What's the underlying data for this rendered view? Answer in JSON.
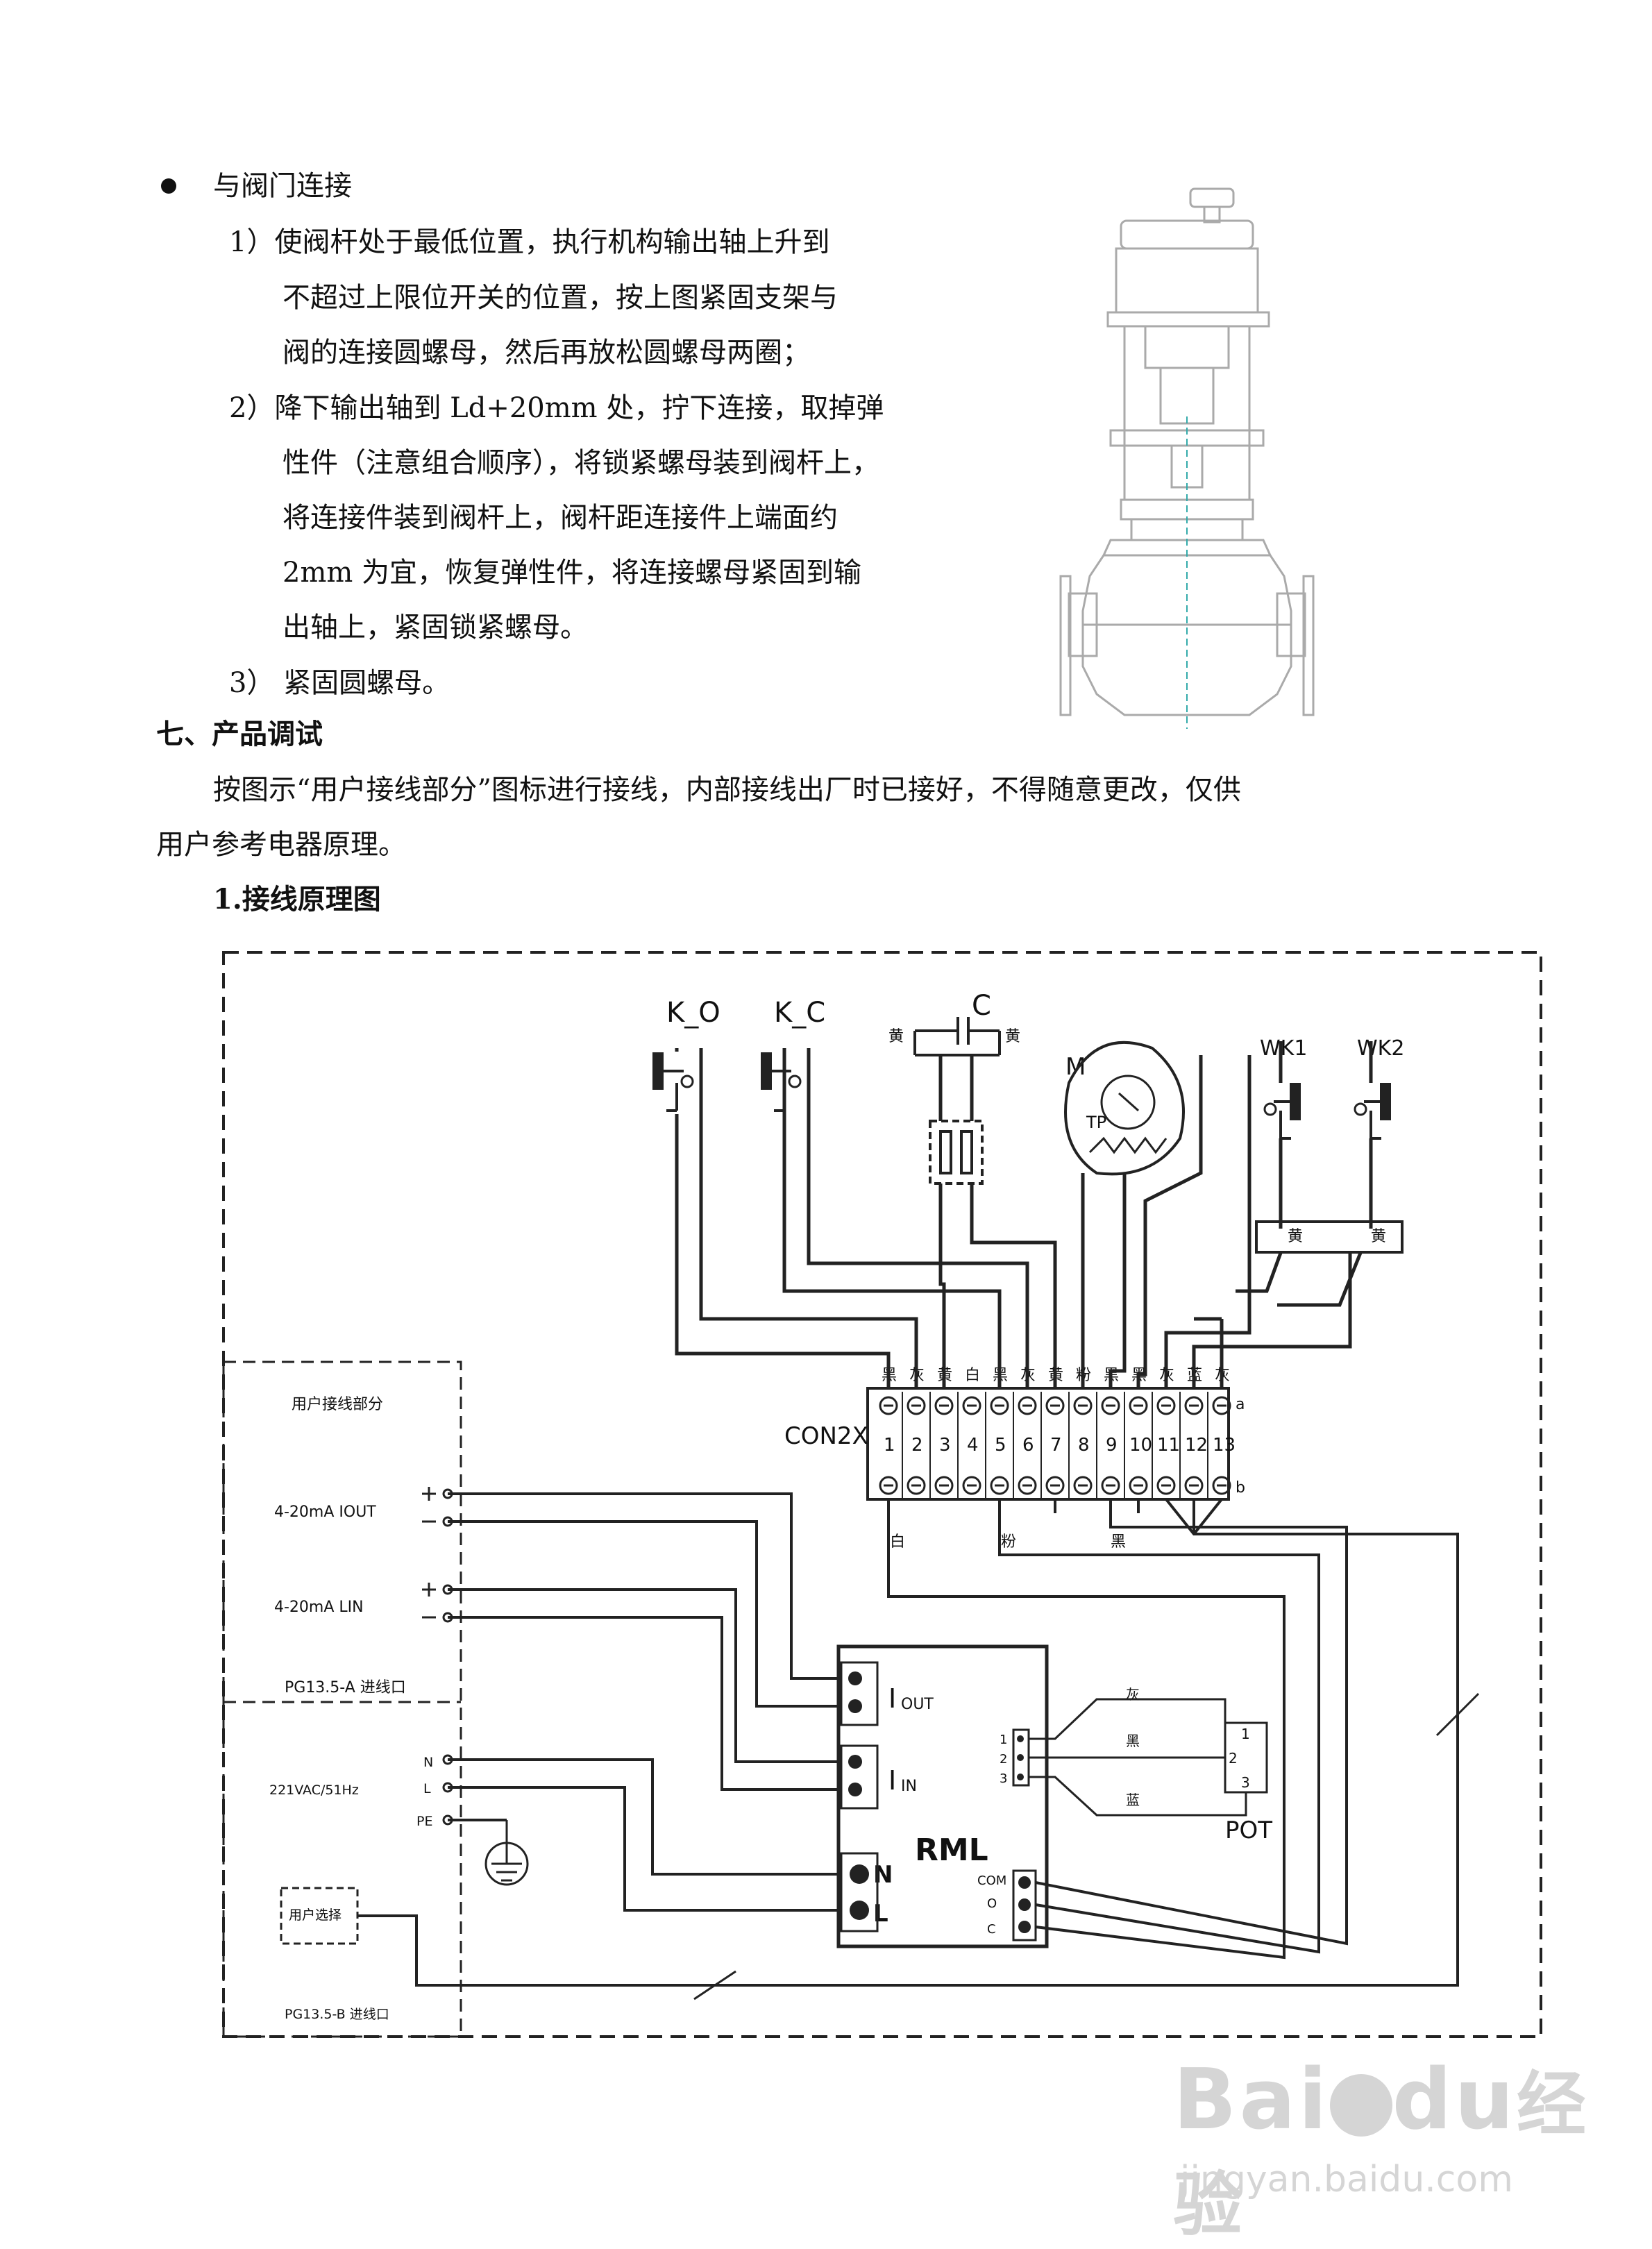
{
  "section_connect": {
    "title": "与阀门连接",
    "step1": [
      "1）使阀杆处于最低位置，执行机构输出轴上升到",
      "不超过上限位开关的位置，按上图紧固支架与",
      "阀的连接圆螺母，然后再放松圆螺母两圈；"
    ],
    "step2": [
      "2）降下输出轴到 Ld+20mm 处，拧下连接，取掉弹",
      "性件（注意组合顺序），将锁紧螺母装到阀杆上，",
      "将连接件装到阀杆上，阀杆距连接件上端面约",
      "2mm 为宜，恢复弹性件，将连接螺母紧固到输",
      "出轴上，紧固锁紧螺母。"
    ],
    "step3": "3） 紧固圆螺母。"
  },
  "section_debug": {
    "title": "七、产品调试",
    "para": [
      "按图示“用户接线部分”图标进行接线，内部接线出厂时已接好，不得随意更改，仅供",
      "用户参考电器原理。"
    ],
    "sub_title": "1.接线原理图"
  },
  "diagram": {
    "kO": "K_O",
    "kC": "K_C",
    "cap": "C",
    "motor": "M",
    "tp": "TP",
    "wk1": "WK1",
    "wk2": "WK2",
    "yellow": "黄",
    "white": "白",
    "black": "黑",
    "gray": "灰",
    "pink": "粉",
    "blue": "蓝",
    "con": "CON2X",
    "terminals": [
      "1",
      "2",
      "3",
      "4",
      "5",
      "6",
      "7",
      "8",
      "9",
      "10",
      "11",
      "12",
      "13"
    ],
    "wire_colors": [
      "黑",
      "灰",
      "黄",
      "白",
      "黑",
      "灰",
      "黄",
      "粉",
      "黑",
      "黑",
      "灰",
      "蓝",
      "灰"
    ],
    "row_a": "a",
    "row_b": "b",
    "user_section": "用户接线部分",
    "iout_label": "4-20mA   IOUT",
    "lin_label": "4-20mA   LIN",
    "pg_a": "PG13.5-A  进线口",
    "n": "N",
    "l": "L",
    "pe": "PE",
    "power": "221VAC/51Hz",
    "user_select": "用户选择",
    "pg_b": "PG13.5-B  进线口",
    "rml": "RML",
    "iout": "I",
    "iout_sub": "OUT",
    "iin": "I",
    "iin_sub": "IN",
    "pot": "POT",
    "com": "COM",
    "o": "O",
    "c": "C",
    "pins": [
      "1",
      "2",
      "3"
    ]
  },
  "watermark": {
    "brand": "Bai",
    "brand2": "du",
    "cn": "经验",
    "url": "jingyan.baidu.com"
  }
}
